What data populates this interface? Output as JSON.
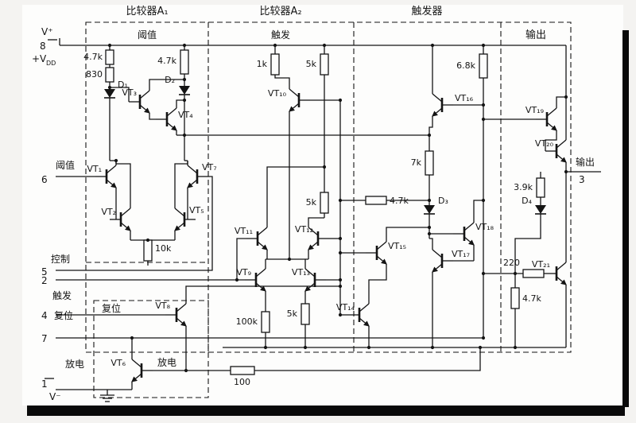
{
  "colors": {
    "ink": "#141414",
    "paper": "#fdfdfc",
    "shadow": "#0a0a0a"
  },
  "sections": {
    "a1": "比较器A₁",
    "a2": "比较器A₂",
    "ff": "触发器",
    "out": "输出",
    "a1_sub": "阈值",
    "a2_sub": "触发",
    "reset_box": "复位"
  },
  "pins": {
    "p8_vplus": "V⁺",
    "p8_num": "8",
    "p8_vdd_main": "+V",
    "p8_vdd_sub": "DD",
    "p6_name": "阈值",
    "p6_num": "6",
    "p5_name": "控制",
    "p5_num": "5",
    "p2_num": "2",
    "p2_name": "触发",
    "p4_num": "4",
    "p4_name": "复位",
    "p7_num": "7",
    "p7_name": "放电",
    "p1_num": "1",
    "p1_vminus": "V⁻",
    "p3_name": "输出",
    "p3_num": "3",
    "discharge_inner": "放电"
  },
  "components": {
    "transistors": [
      {
        "label": "VT₁"
      },
      {
        "label": "VT₂"
      },
      {
        "label": "VT₃"
      },
      {
        "label": "VT₄"
      },
      {
        "label": "VT₅"
      },
      {
        "label": "VT₆"
      },
      {
        "label": "VT₇"
      },
      {
        "label": "VT₈"
      },
      {
        "label": "VT₉"
      },
      {
        "label": "VT₁₀"
      },
      {
        "label": "VT₁₁"
      },
      {
        "label": "VT₁₂"
      },
      {
        "label": "VT₁₃"
      },
      {
        "label": "VT₁₄"
      },
      {
        "label": "VT₁₅"
      },
      {
        "label": "VT₁₆"
      },
      {
        "label": "VT₁₇"
      },
      {
        "label": "VT₁₈"
      },
      {
        "label": "VT₁₉"
      },
      {
        "label": "VT₂₀"
      },
      {
        "label": "VT₂₁"
      }
    ],
    "resistors": [
      {
        "label": "4.7k"
      },
      {
        "label": "830"
      },
      {
        "label": "4.7k"
      },
      {
        "label": "10k"
      },
      {
        "label": "1k"
      },
      {
        "label": "5k"
      },
      {
        "label": "5k"
      },
      {
        "label": "5k"
      },
      {
        "label": "100k"
      },
      {
        "label": "6.8k"
      },
      {
        "label": "7k"
      },
      {
        "label": "4.7k"
      },
      {
        "label": "3.9k"
      },
      {
        "label": "220"
      },
      {
        "label": "4.7k"
      },
      {
        "label": "100"
      }
    ],
    "diodes": [
      {
        "label": "D₁"
      },
      {
        "label": "D₂"
      },
      {
        "label": "D₃"
      },
      {
        "label": "D₄"
      }
    ]
  }
}
